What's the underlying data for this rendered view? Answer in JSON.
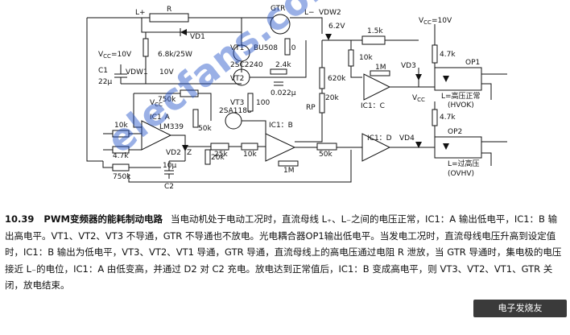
{
  "figure": {
    "number": "10.39",
    "title": "PWM变频器的能耗制动电路",
    "paragraph": "当电动机处于电动工况时，直流母线 L₊、L₋之间的电压正常，IC1：A 输出低电平，IC1：B 输出高电平。VT1、VT2、VT3 不导通，GTR 不导通也不放电。光电耦合器OP1输出低电平。当发电工况时，直流母线电压升高到设定值时，IC1：B 输出为低电平，VT3、VT2、VT1 导通，GTR 导通，直流母线上的高电压通过电阻 R 泄放，当 GTR 导通时，集电极的电压接近 L₋的电位，IC1：A 由低变高，并通过 D2 对 C2 充电。放电达到正常值后，IC1：B 变成高电平，则 VT3、VT2、VT1、GTR 关闭，放电结束。"
  },
  "labels": {
    "l_plus": "L+",
    "l_minus": "L−",
    "r": "R",
    "gtr": "GTR",
    "vd1": "VD1",
    "vdw2": "VDW2",
    "vdw2_v": "6.2V",
    "vcc_left": "V",
    "vcc_left_sub": "CC",
    "vcc_left_val": "=10V",
    "r68k": "6.8k/25W",
    "vt1": "VT1",
    "bu508": "BU508",
    "r10": "10",
    "c1": "C1",
    "c1_val": "22μ",
    "vdw1": "VDW1",
    "vdw1_v": "10V",
    "vt2_type": "2SC2240",
    "vt2": "VT2",
    "r24k": "2.4k",
    "c0022": "0.022μ",
    "r620k": "620k",
    "r15k": "1.5k",
    "vcc_top": "V",
    "vcc_top_sub": "CC",
    "vcc_top_val": "=10V",
    "r10k_top": "10k",
    "r1m_top": "1M",
    "vd3": "VD3",
    "r47k_a": "4.7k",
    "op1": "OP1",
    "ic1c": "IC1：C",
    "vcc_mid": "V",
    "vcc_mid_sub": "CC",
    "hvok_line": "L=高压正常",
    "hvok": "(HVOK)",
    "r750k_a": "750k",
    "vcc_ic": "V",
    "vcc_ic_sub": "CC",
    "vt3": "VT3",
    "vt3_type": "2SA1188",
    "r100": "100",
    "rp": "RP",
    "r20k_rp": "20k",
    "r47k_b": "4.7k",
    "ic1a": "IC1",
    "ic1a_sub": "A",
    "lm339": "LM339",
    "r50k_a": "50k",
    "ic1b": "IC1：B",
    "r10k_l": "10k",
    "r47k_l": "4.7k",
    "vd2": "VD2",
    "vd2_z": "Z",
    "r25k": "25k",
    "r10k_m": "10k",
    "ic1d": "IC1：D",
    "vd4": "VD4",
    "op2": "OP2",
    "r20k_b": "20k",
    "r1m_b": "1M",
    "r50k_b": "50k",
    "ovhv_line": "L=过高压",
    "ovhv": "(OVHV)",
    "r750k_b": "750k",
    "c2_val": "10μ",
    "c2": "C2"
  },
  "watermark": "elecfans.com",
  "corner_logo": "电子发烧友 Elecfans.com"
}
